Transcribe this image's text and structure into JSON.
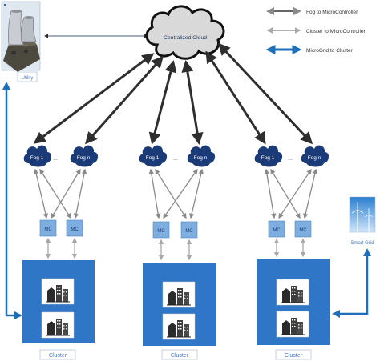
{
  "legend": {
    "items": [
      {
        "label": "Fog to MicroController",
        "color": "#666666"
      },
      {
        "label": "Cluster to MicroController",
        "color": "#999999"
      },
      {
        "label": "MicroGrid to Cluster",
        "color": "#1f6fb8"
      }
    ]
  },
  "cloud": {
    "label": "Centralized Cloud"
  },
  "utility": {
    "label": "Utility"
  },
  "smart_grid": {
    "label": "Smart Grid"
  },
  "groups": [
    {
      "fog_left": "Fog 1",
      "fog_right": "Fog n",
      "dots": "...",
      "mc_left": "MC",
      "mc_right": "MC",
      "cluster_label": "Cluster"
    },
    {
      "fog_left": "Fog 1",
      "fog_right": "Fog n",
      "dots": "...",
      "mc_left": "MC",
      "mc_right": "MC",
      "cluster_label": "Cluster"
    },
    {
      "fog_left": "Fog 1",
      "fog_right": "Fog n",
      "dots": "...",
      "mc_left": "MC",
      "mc_right": "MC",
      "cluster_label": "Cluster"
    }
  ],
  "colors": {
    "fog_fill": "#1b3a78",
    "mc_fill": "#7eaee0",
    "cluster_fill": "#2f76c6",
    "arrow_dark": "#2e2e2e",
    "arrow_blue": "#1f6fb8"
  }
}
